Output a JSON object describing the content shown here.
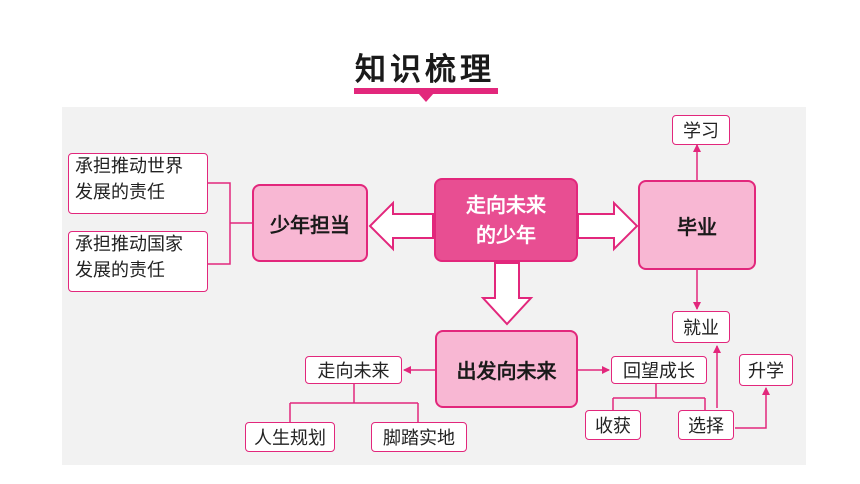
{
  "header": {
    "title": "知识梳理"
  },
  "diagram": {
    "center": {
      "line1": "走向未来",
      "line2": "的少年"
    },
    "left_branch": {
      "label": "少年担当",
      "children": [
        {
          "line1": "承担推动世界",
          "line2": "发展的责任"
        },
        {
          "line1": "承担推动国家",
          "line2": "发展的责任"
        }
      ]
    },
    "right_branch": {
      "label": "毕业",
      "study": "学习",
      "employment": "就业"
    },
    "bottom_branch": {
      "label": "出发向未来",
      "left": {
        "label": "走向未来",
        "children": [
          "人生规划",
          "脚踏实地"
        ]
      },
      "right": {
        "label": "回望成长",
        "children": [
          "收获",
          "选择"
        ]
      },
      "further_study": "升学"
    }
  },
  "colors": {
    "accent": "#e2277c",
    "center_fill": "#e84e92",
    "node_fill": "#f8b7d3",
    "panel": "#f2f2f2"
  }
}
